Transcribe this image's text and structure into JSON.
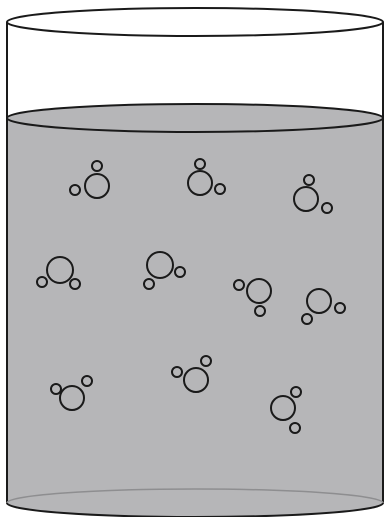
{
  "diagram": {
    "subject": "beaker-with-liquid-and-molecules",
    "colors": {
      "liquid": "#b6b6b8",
      "outline": "#1a1a1a",
      "glass": "#ffffff",
      "bottom_rim": "#9a9a9c"
    },
    "molecule_count": 10,
    "molecule_shape": "one-large-circle-two-small-circles"
  }
}
